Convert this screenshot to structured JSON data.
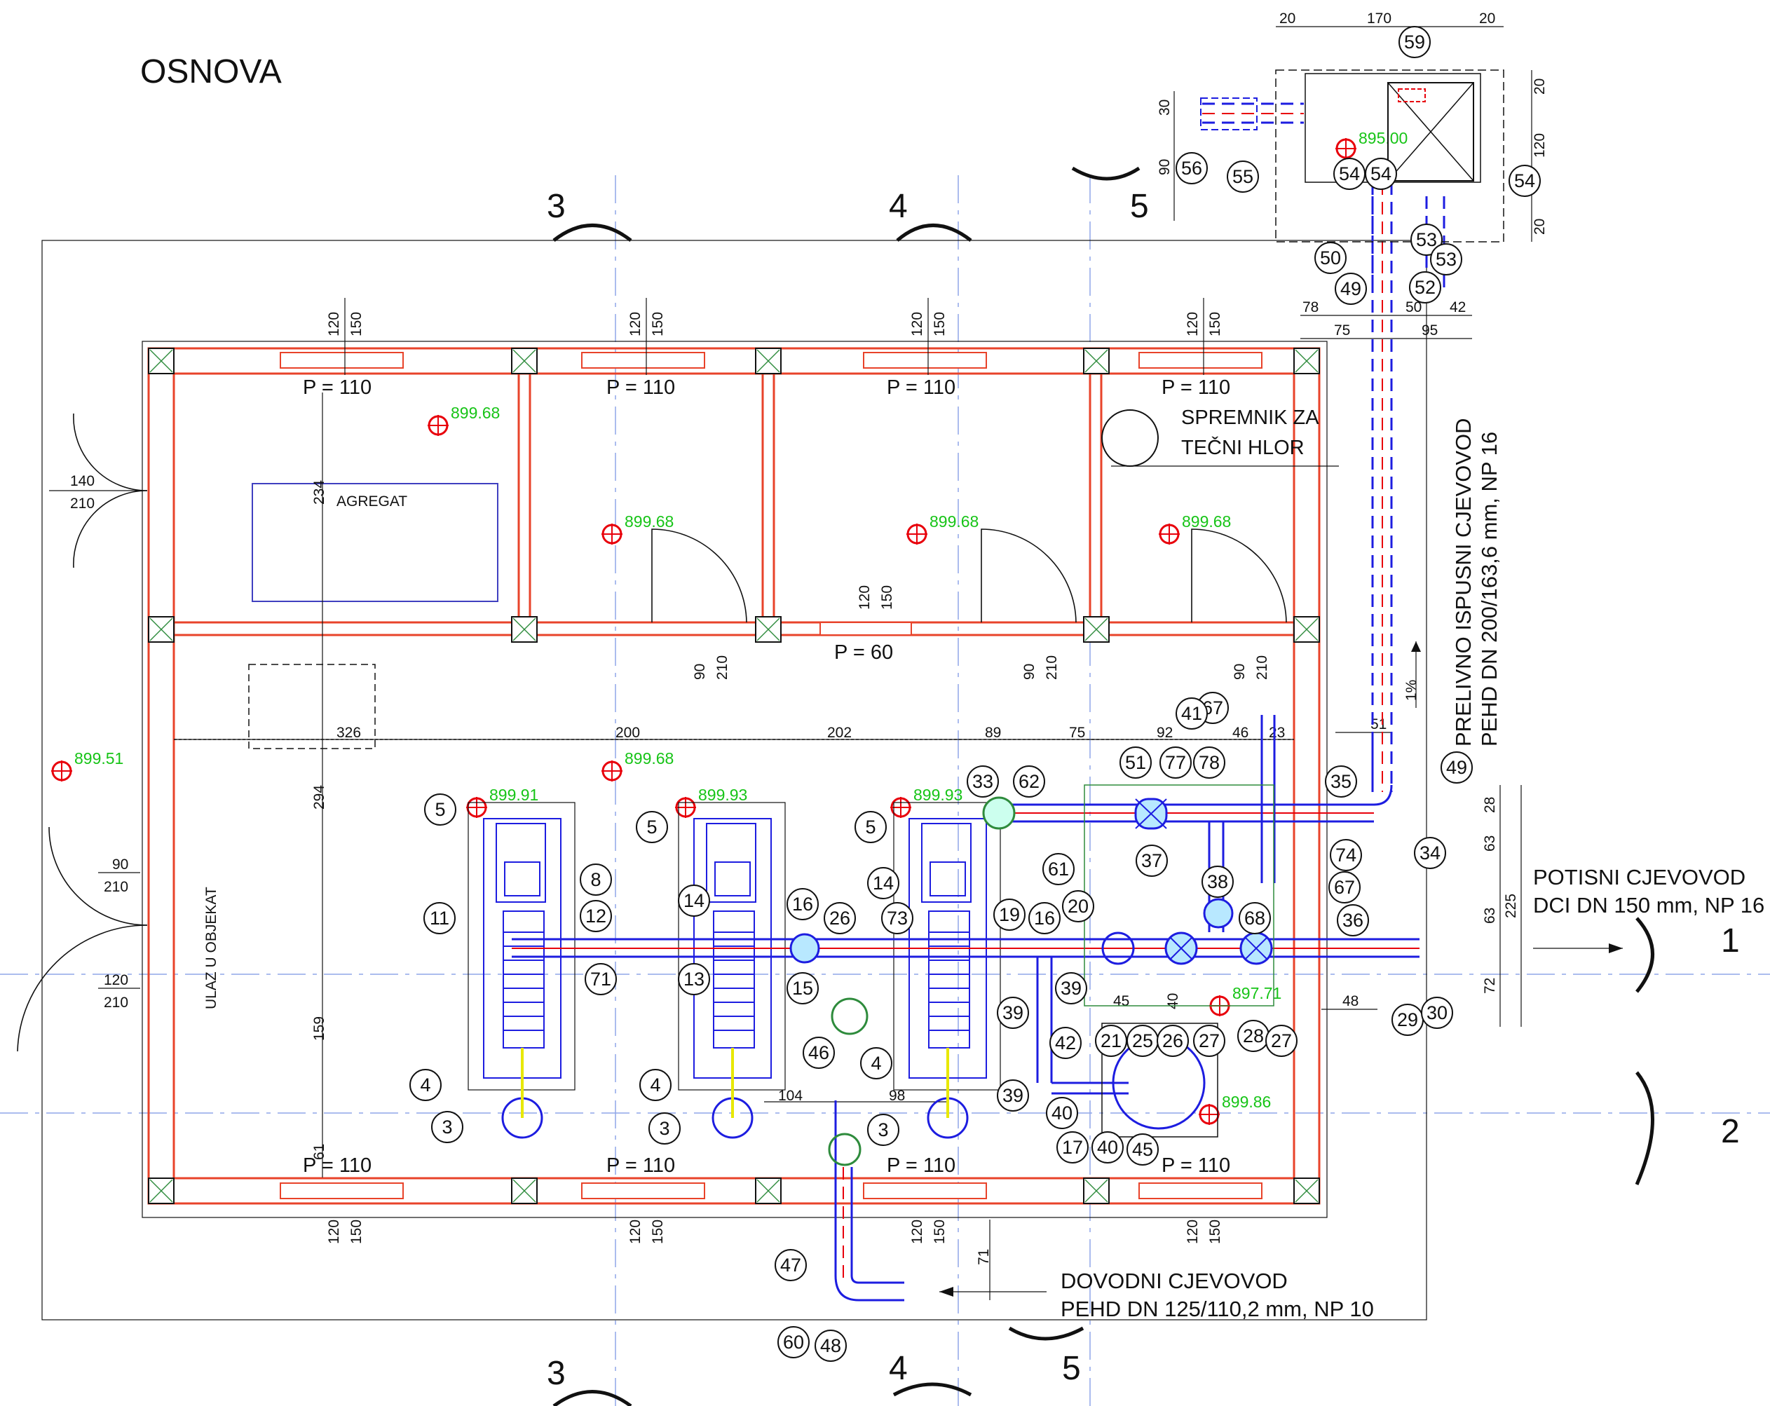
{
  "title": "OSNOVA",
  "section_marks": {
    "s3": "3",
    "s4": "4",
    "s5": "5",
    "s1": "1",
    "s2": "2"
  },
  "rooms": {
    "agregat": "AGREGAT",
    "spremnik_line1": "SPREMNIK ZA",
    "spremnik_line2": "TEČNI HLOR",
    "entrance": "ULAZ U OBJEKAT"
  },
  "openings": {
    "p110": "P = 110",
    "p60": "P = 60",
    "w120": "120",
    "w150": "150",
    "d90": "90",
    "d210": "210",
    "d140": "140",
    "d120": "120"
  },
  "elevations": {
    "e1": "899.68",
    "e2": "899.68",
    "e3": "899.68",
    "e4": "899.68",
    "e5": "899.68",
    "e6": "899.51",
    "e7": "899.91",
    "e8": "899.93",
    "e9": "899.93",
    "e10": "897.71",
    "e11": "899.86",
    "e12": "895.00"
  },
  "dimensions": {
    "d234": "234",
    "d294": "294",
    "d159": "159",
    "d61": "61",
    "d326": "326",
    "d200": "200",
    "d202": "202",
    "d89": "89",
    "d75a": "75",
    "d92": "92",
    "d46": "46",
    "d23": "23",
    "d51": "51",
    "d104": "104",
    "d98": "98",
    "d45": "45",
    "d40": "40",
    "d48": "48",
    "d71": "71",
    "d28": "28",
    "d63a": "63",
    "d63b": "63",
    "d72": "72",
    "d225": "225",
    "t20a": "20",
    "t170": "170",
    "t20b": "20",
    "t20c": "20",
    "t120": "120",
    "t20d": "20",
    "t30": "30",
    "t90": "90",
    "t78": "78",
    "t50": "50",
    "t42": "42",
    "t75": "75",
    "t95": "95",
    "slope": "1%"
  },
  "pipelines": {
    "potisni_1": "POTISNI CJEVOVOD",
    "potisni_2": "DCI DN 150 mm, NP 16",
    "dovodni_1": "DOVODNI CJEVOVOD",
    "dovodni_2": "PEHD DN 125/110,2 mm, NP 10",
    "prelivni_1": "PRELIVNO ISPUSNI CJEVOVOD",
    "prelivni_2": "PEHD DN 200/163,6 mm, NP 16"
  },
  "callouts": [
    "59",
    "56",
    "55",
    "54",
    "54",
    "54",
    "53",
    "53",
    "50",
    "49",
    "52",
    "67",
    "41",
    "51",
    "77",
    "78",
    "35",
    "49",
    "34",
    "33",
    "62",
    "61",
    "37",
    "74",
    "38",
    "67",
    "68",
    "36",
    "5",
    "5",
    "5",
    "11",
    "8",
    "12",
    "71",
    "14",
    "13",
    "16",
    "15",
    "26",
    "14",
    "73",
    "19",
    "16",
    "20",
    "39",
    "39",
    "42",
    "39",
    "40",
    "40",
    "17",
    "45",
    "21",
    "25",
    "26",
    "27",
    "28",
    "27",
    "29",
    "30",
    "4",
    "3",
    "4",
    "3",
    "46",
    "4",
    "3",
    "47",
    "60",
    "48"
  ],
  "colors": {
    "wall": "#e8432a",
    "pipe": "#1d1de0",
    "pipe_center": "#e8000b",
    "elevation": "#17c417",
    "column_hatch": "#2e8b3c",
    "axis": "#8fa6e8"
  }
}
